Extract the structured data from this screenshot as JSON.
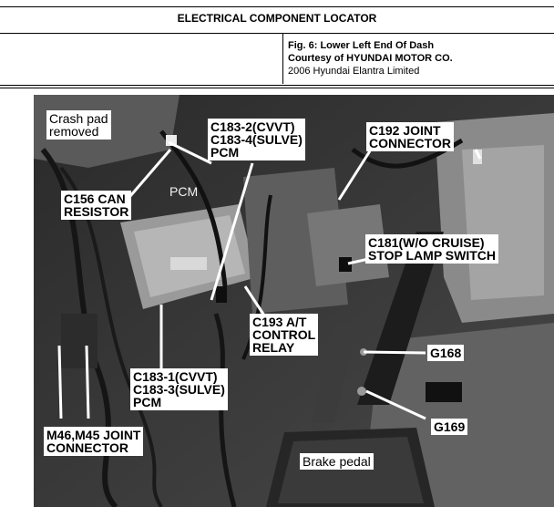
{
  "header": {
    "title": "ELECTRICAL COMPONENT LOCATOR",
    "figure": "Fig. 6: Lower Left End Of Dash",
    "courtesy": "Courtesy of HYUNDAI MOTOR CO.",
    "vehicle": "2006 Hyundai Elantra Limited"
  },
  "labels": {
    "crash_pad": [
      "Crash pad",
      "removed"
    ],
    "c156": [
      "C156 CAN",
      "RESISTOR"
    ],
    "pcm_plain": "PCM",
    "c183_top": [
      "C183-2(CVVT)",
      "C183-4(SULVE)",
      "PCM"
    ],
    "c192": [
      "C192 JOINT",
      "CONNECTOR"
    ],
    "c181": [
      "C181(W/O CRUISE)",
      "STOP LAMP SWITCH"
    ],
    "c193": [
      "C193 A/T",
      "CONTROL",
      "RELAY"
    ],
    "g168": "G168",
    "g169": "G169",
    "c183_bottom": [
      "C183-1(CVVT)",
      "C183-3(SULVE)",
      "PCM"
    ],
    "m46": [
      "M46,M45 JOINT",
      "CONNECTOR"
    ],
    "brake_pedal": "Brake pedal"
  }
}
